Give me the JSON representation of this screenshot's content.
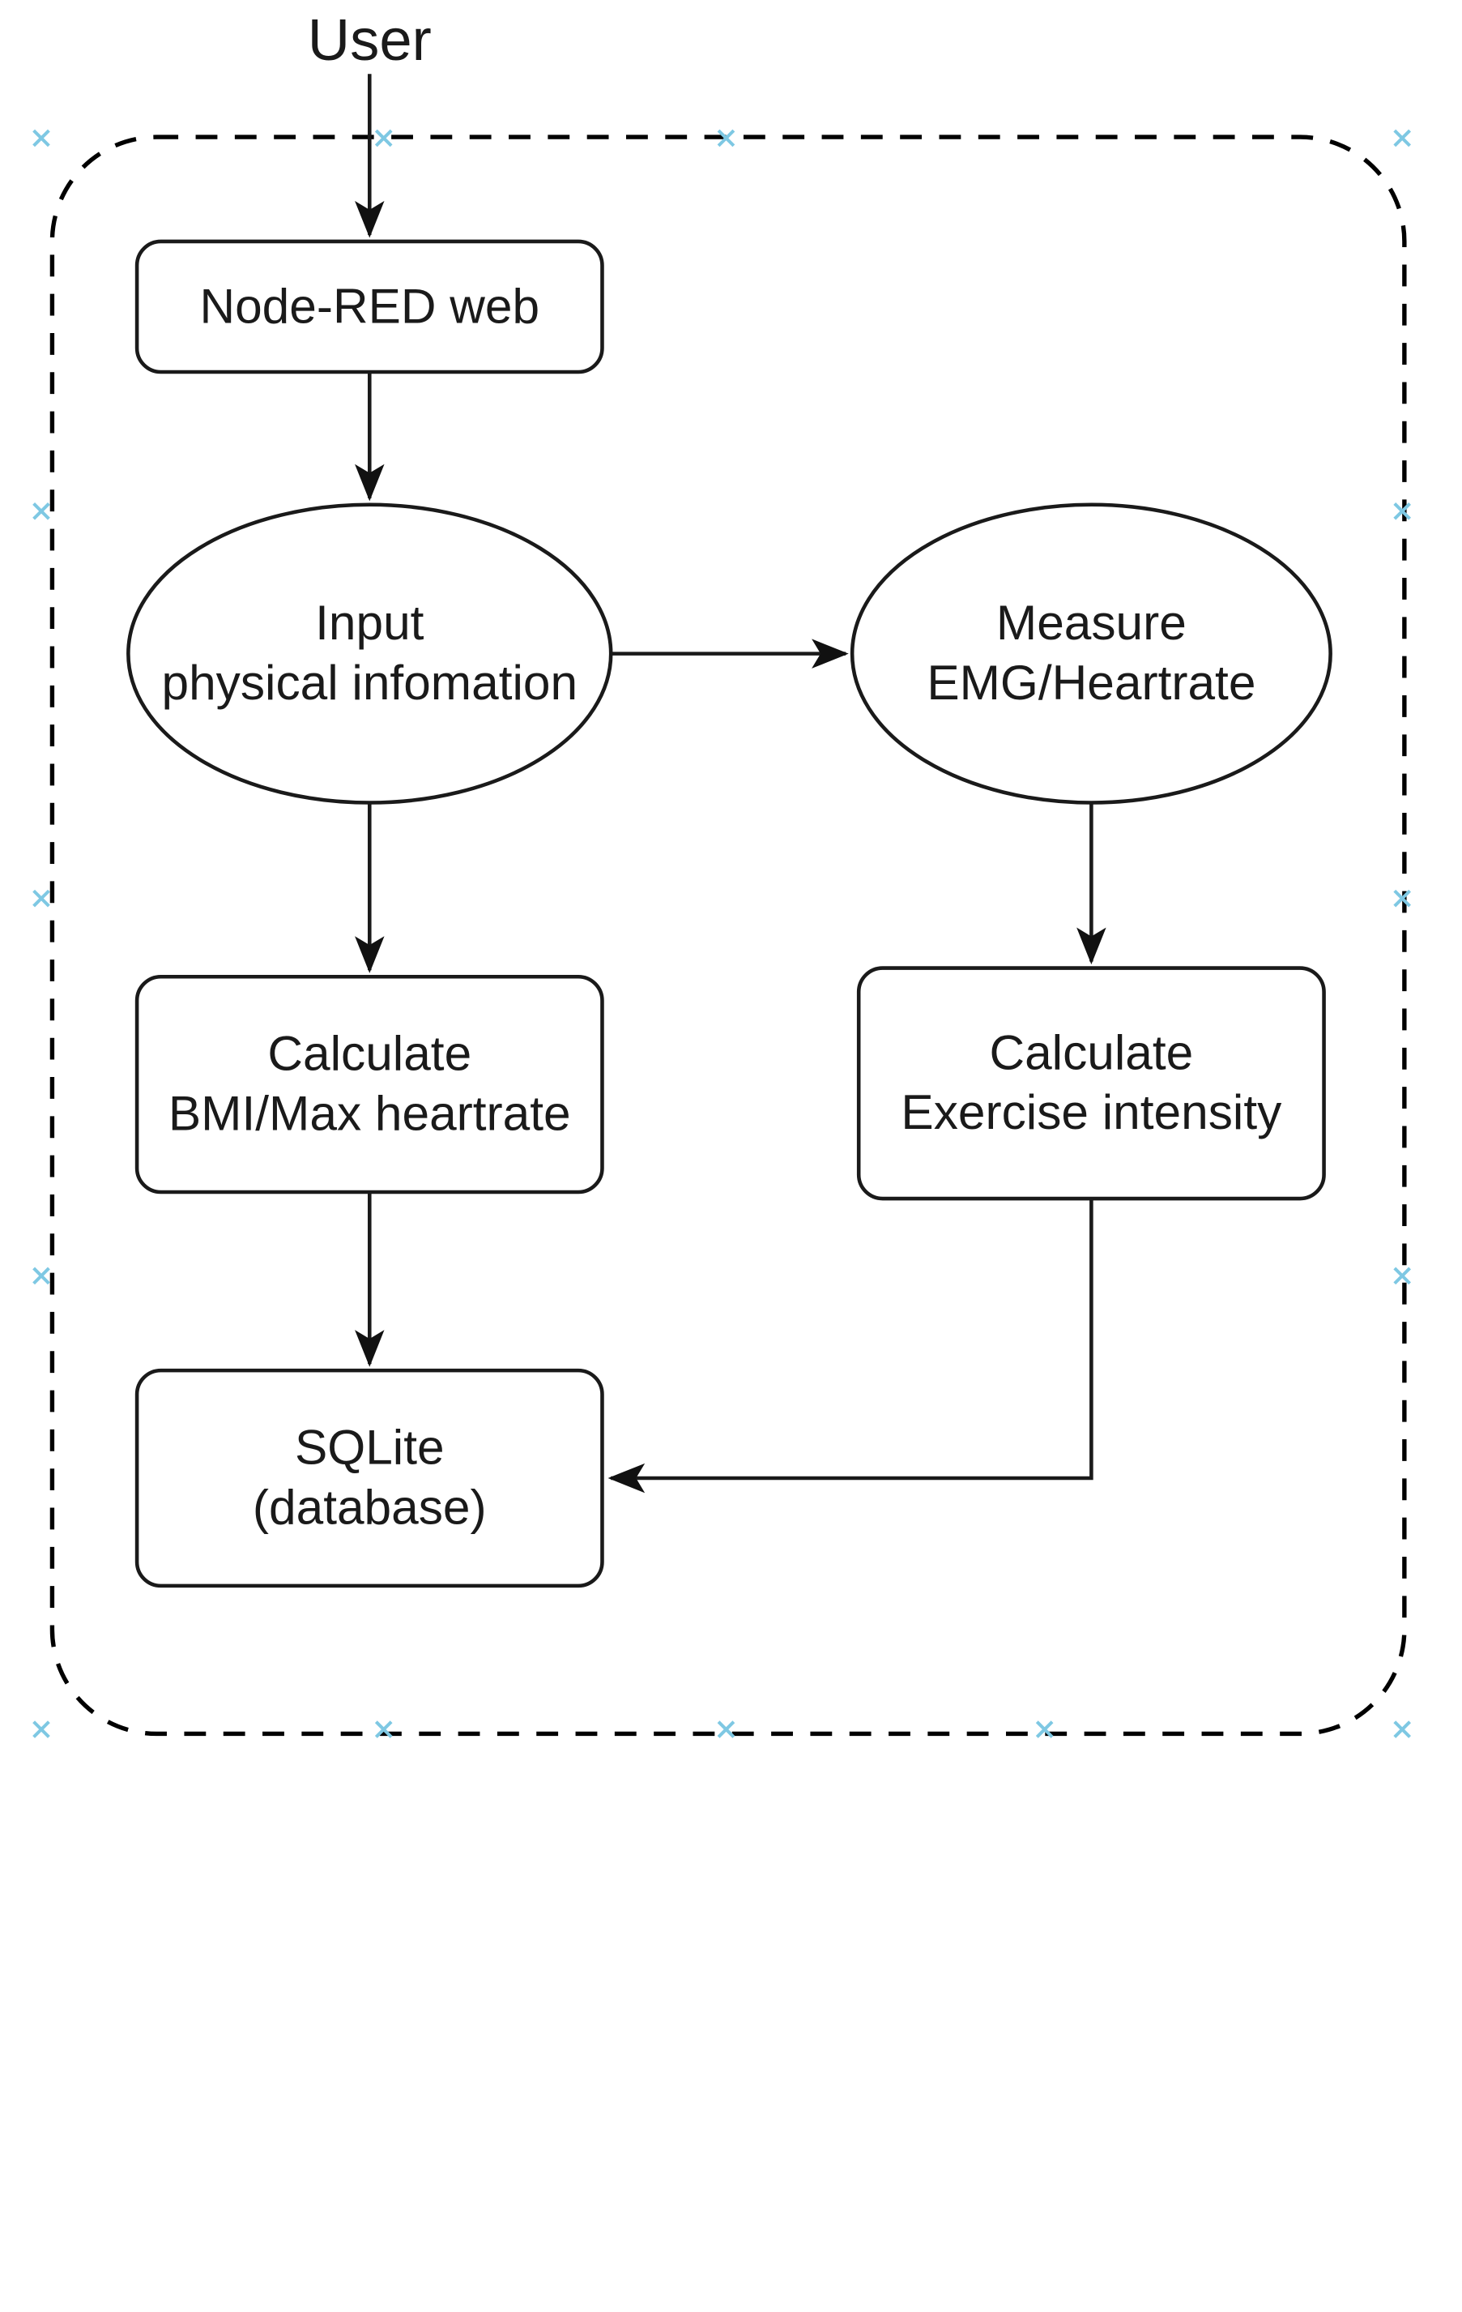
{
  "diagram": {
    "title": "User",
    "type": "flowchart",
    "external_actor": {
      "label": "User"
    },
    "boundary": {
      "style": "dashed-rounded-rectangle",
      "color": "#000000",
      "handle_color": "#7ec8e3",
      "handle_glyph": "x"
    },
    "nodes": [
      {
        "id": "node-red-web",
        "shape": "rounded-rectangle",
        "lines": [
          "Node-RED web"
        ]
      },
      {
        "id": "input-physical-information",
        "shape": "ellipse",
        "lines": [
          "Input",
          "physical infomation"
        ]
      },
      {
        "id": "measure-emg-heartrate",
        "shape": "ellipse",
        "lines": [
          "Measure",
          "EMG/Heartrate"
        ]
      },
      {
        "id": "calculate-bmi-max-heartrate",
        "shape": "rounded-rectangle",
        "lines": [
          "Calculate",
          "BMI/Max heartrate"
        ]
      },
      {
        "id": "calculate-exercise-intensity",
        "shape": "rounded-rectangle",
        "lines": [
          "Calculate",
          "Exercise intensity"
        ]
      },
      {
        "id": "sqlite-database",
        "shape": "rounded-rectangle",
        "lines": [
          "SQLite",
          "(database)"
        ]
      }
    ],
    "edges": [
      {
        "from": "User",
        "to": "Node-RED web",
        "direction": "down"
      },
      {
        "from": "Node-RED web",
        "to": "Input physical infomation",
        "direction": "down"
      },
      {
        "from": "Input physical infomation",
        "to": "Measure EMG/Heartrate",
        "direction": "right"
      },
      {
        "from": "Input physical infomation",
        "to": "Calculate BMI/Max heartrate",
        "direction": "down"
      },
      {
        "from": "Measure EMG/Heartrate",
        "to": "Calculate Exercise intensity",
        "direction": "down"
      },
      {
        "from": "Calculate BMI/Max heartrate",
        "to": "SQLite (database)",
        "direction": "down"
      },
      {
        "from": "Calculate Exercise intensity",
        "to": "SQLite (database)",
        "direction": "elbow-left"
      }
    ]
  },
  "labels": {
    "user": "User",
    "node_red_web": "Node-RED web",
    "input_l1": "Input",
    "input_l2": "physical infomation",
    "measure_l1": "Measure",
    "measure_l2": "EMG/Heartrate",
    "calc_bmi_l1": "Calculate",
    "calc_bmi_l2": "BMI/Max heartrate",
    "calc_ex_l1": "Calculate",
    "calc_ex_l2": "Exercise intensity",
    "sqlite_l1": "SQLite",
    "sqlite_l2": "(database)"
  },
  "colors": {
    "stroke": "#1a1a1a",
    "fill": "#ffffff",
    "handle": "#7ec8e3",
    "background": "#ffffff"
  }
}
